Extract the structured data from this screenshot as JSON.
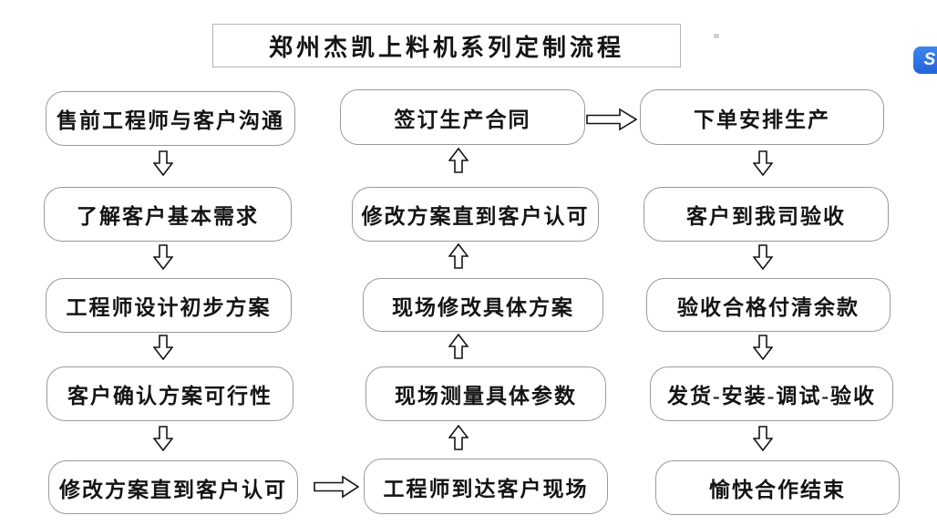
{
  "title": "郑州杰凯上料机系列定制流程",
  "flow": {
    "left_column": [
      "售前工程师与客户沟通",
      "了解客户基本需求",
      "工程师设计初步方案",
      "客户确认方案可行性",
      "修改方案直到客户认可"
    ],
    "middle_column": [
      "签订生产合同",
      "修改方案直到客户认可",
      "现场修改具体方案",
      "现场测量具体参数",
      "工程师到达客户现场"
    ],
    "right_column": [
      "下单安排生产",
      "客户到我司验收",
      "验收合格付清余款",
      "发货-安装-调试-验收",
      "愉快合作结束"
    ]
  },
  "connections": {
    "left_column_direction": "top-to-bottom (down arrows)",
    "middle_column_direction": "bottom-to-top (up arrows)",
    "right_column_direction": "top-to-bottom (down arrows)",
    "left_to_middle": "修改方案直到客户认可 → 工程师到达客户现场",
    "middle_to_right": "签订生产合同 → 下单安排生产"
  },
  "icons": {
    "down_arrow": "hollow-block-arrow-down",
    "up_arrow": "hollow-block-arrow-up",
    "right_arrow": "hollow-block-arrow-right",
    "corner_logo": "blue-rounded-square-S-logo"
  },
  "logo_glyph": "S",
  "colors": {
    "background": "#ffffff",
    "box_border": "#9a9a9a",
    "title_border": "#b4b4b4",
    "text": "#141414",
    "arrow_outline": "#141414",
    "logo_blue": "#2f6fe4"
  }
}
